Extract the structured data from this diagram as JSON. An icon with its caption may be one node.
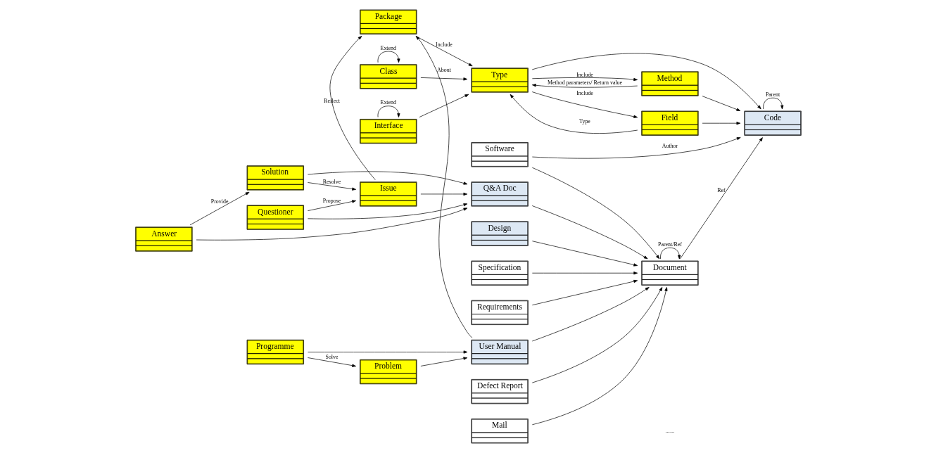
{
  "diagram": {
    "nodes": [
      {
        "text": [
          "Package"
        ]
      },
      {
        "text": [
          "Class"
        ]
      },
      {
        "text": [
          "Interface"
        ]
      },
      {
        "text": [
          "Type"
        ]
      },
      {
        "text": [
          "Method"
        ]
      },
      {
        "text": [
          "Field"
        ]
      },
      {
        "text": [
          "Software"
        ]
      },
      {
        "text": [
          "Code"
        ]
      },
      {
        "text": [
          "Document"
        ]
      },
      {
        "text": [
          "Q&A Doc"
        ]
      },
      {
        "text": [
          "Design"
        ]
      },
      {
        "text": [
          "Specification"
        ]
      },
      {
        "text": [
          "Requirements"
        ]
      },
      {
        "text": [
          "User Manual"
        ]
      },
      {
        "text": [
          "Defect Report"
        ]
      },
      {
        "text": [
          "Mail"
        ]
      },
      {
        "text": [
          "Issue"
        ]
      },
      {
        "text": [
          "Solution"
        ]
      },
      {
        "text": [
          "Answer"
        ]
      },
      {
        "text": [
          "Questioner"
        ]
      },
      {
        "text": [
          "Problem"
        ]
      },
      {
        "text": [
          "Programme"
        ]
      }
    ],
    "edges": [
      {
        "from": 16,
        "to": 0,
        "arrow": "to",
        "label": "Reflect"
      },
      {
        "from": 13,
        "to": 0,
        "arrow": "to",
        "label": "About"
      },
      {
        "from": 0,
        "to": 3,
        "arrow": "to",
        "label": "Include"
      },
      {
        "from": 1,
        "to": 1,
        "arrow": "to",
        "label": "Extend"
      },
      {
        "from": 2,
        "to": 2,
        "arrow": "to",
        "label": "Extend"
      },
      {
        "from": 1,
        "to": 3,
        "arrow": "to"
      },
      {
        "from": 2,
        "to": 3,
        "arrow": "to"
      },
      {
        "from": 3,
        "to": 4,
        "arrow": "to",
        "label": "Include"
      },
      {
        "from": 4,
        "to": 3,
        "arrow": "to",
        "label": "Method parameters/ Return value"
      },
      {
        "from": 5,
        "to": 3,
        "arrow": "to",
        "label": "Type"
      },
      {
        "from": 3,
        "to": 5,
        "arrow": "to",
        "label": "Include"
      },
      {
        "from": 3,
        "to": 7,
        "arrow": "to"
      },
      {
        "from": 4,
        "to": 7,
        "arrow": "to"
      },
      {
        "from": 5,
        "to": 7,
        "arrow": "to"
      },
      {
        "from": 7,
        "to": 7,
        "arrow": "to",
        "label": "Parent"
      },
      {
        "from": 6,
        "to": 7,
        "arrow": "to",
        "label": "Author"
      },
      {
        "from": 6,
        "to": 8,
        "arrow": "to"
      },
      {
        "from": 8,
        "to": 7,
        "arrow": "to",
        "label": "Ref"
      },
      {
        "from": 8,
        "to": 8,
        "arrow": "to",
        "label": "Parent/Ref"
      },
      {
        "from": 9,
        "to": 8,
        "arrow": "to"
      },
      {
        "from": 10,
        "to": 8,
        "arrow": "to"
      },
      {
        "from": 11,
        "to": 8,
        "arrow": "to"
      },
      {
        "from": 12,
        "to": 8,
        "arrow": "to"
      },
      {
        "from": 13,
        "to": 8,
        "arrow": "to"
      },
      {
        "from": 14,
        "to": 8,
        "arrow": "to"
      },
      {
        "from": 15,
        "to": 8,
        "arrow": "to"
      },
      {
        "from": 16,
        "to": 9,
        "arrow": "to"
      },
      {
        "from": 17,
        "to": 9,
        "arrow": "to"
      },
      {
        "from": 18,
        "to": 9,
        "arrow": "to"
      },
      {
        "from": 19,
        "to": 9,
        "arrow": "to"
      },
      {
        "from": 17,
        "to": 16,
        "arrow": "to",
        "label": "Resolve"
      },
      {
        "from": 18,
        "to": 17,
        "arrow": "to",
        "label": "Provide"
      },
      {
        "from": 19,
        "to": 16,
        "arrow": "to",
        "label": "Propose"
      },
      {
        "from": 20,
        "to": 13,
        "arrow": "to"
      },
      {
        "from": 21,
        "to": 13,
        "arrow": "to"
      },
      {
        "from": 21,
        "to": 20,
        "arrow": "to",
        "label": "Solve"
      }
    ],
    "labels": [
      "......"
    ]
  }
}
